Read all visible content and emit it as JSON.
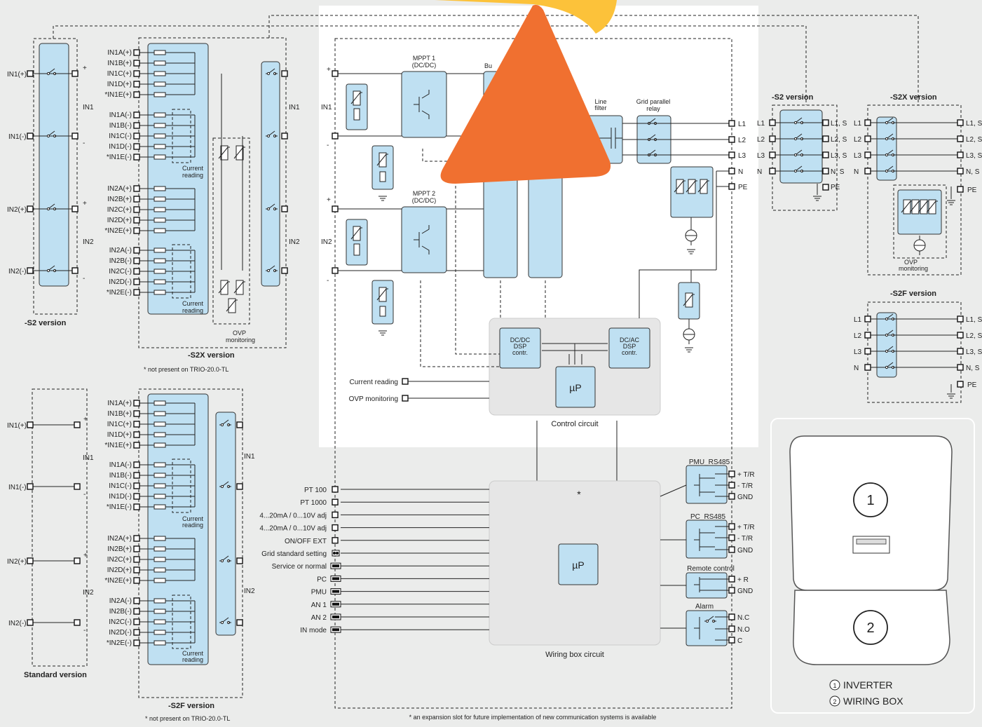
{
  "versions": {
    "s2_left": "-S2  version",
    "s2x_left": "-S2X version",
    "standard": "Standard version",
    "s2f_left": "-S2F version",
    "s2_right": "-S2 version",
    "s2x_right": "-S2X version",
    "s2f_right": "-S2F version"
  },
  "notes": {
    "not_present_1": "* not present on  TRIO-20.0-TL",
    "not_present_2": "* not present on  TRIO-20.0-TL",
    "expansion": "* an expansion slot for future implementation of new communication systems is available",
    "star": "*"
  },
  "input_groups": {
    "in1": "IN1",
    "in2": "IN2",
    "in1_pos": "IN1(+)",
    "in1_neg": "IN1(-)",
    "in2_pos": "IN2(+)",
    "in2_neg": "IN2(-)",
    "plus": "+",
    "minus": "-"
  },
  "string_inputs": {
    "in1_pos": [
      "IN1A(+)",
      "IN1B(+)",
      "IN1C(+)",
      "IN1D(+)",
      "*IN1E(+)"
    ],
    "in1_neg": [
      "IN1A(-)",
      "IN1B(-)",
      "IN1C(-)",
      "IN1D(-)",
      "*IN1E(-)"
    ],
    "in2_pos": [
      "IN2A(+)",
      "IN2B(+)",
      "IN2C(+)",
      "IN2D(+)",
      "*IN2E(+)"
    ],
    "in2_neg": [
      "IN2A(-)",
      "IN2B(-)",
      "IN2C(-)",
      "IN2D(-)",
      "*IN2E(-)"
    ]
  },
  "labels": {
    "current_reading_1": "Current",
    "current_reading_2": "reading",
    "ovp_1": "OVP",
    "ovp_2": "monitoring"
  },
  "inverter": {
    "mppt1_a": "MPPT 1",
    "mppt1_b": "(DC/DC)",
    "mppt2_a": "MPPT 2",
    "mppt2_b": "(DC/DC)",
    "bulk": "Bu",
    "line_filter_a": "Line",
    "line_filter_b": "filter",
    "grid_relay_a": "Grid parallel",
    "grid_relay_b": "relay",
    "outputs": [
      "L1",
      "L2",
      "L3",
      "N",
      "PE"
    ],
    "control_circuit": "Control circuit",
    "dcdc_a": "DC/DC",
    "dcdc_b": "DSP",
    "dcdc_c": "contr.",
    "dcac_a": "DC/AC",
    "dcac_b": "DSP",
    "dcac_c": "contr.",
    "micro": "µP",
    "current_reading": "Current reading",
    "ovp_monitoring": "OVP monitoring"
  },
  "wiring_box": {
    "title": "Wiring box circuit",
    "micro": "µP",
    "inputs": [
      "PT 100",
      "PT 1000",
      "4...20mA / 0...10V adj",
      "4...20mA / 0...10V adj",
      "ON/OFF EXT",
      "Grid standard setting",
      "Service or normal",
      "PC",
      "PMU",
      "AN 1",
      "AN 2",
      "IN mode"
    ],
    "pmu_title": "PMU_RS485",
    "pmu_terms": [
      "+ T/R",
      "- T/R",
      "GND"
    ],
    "pc_title": "PC_RS485",
    "pc_terms": [
      "+ T/R",
      "- T/R",
      "GND"
    ],
    "remote_title": "Remote control",
    "remote_terms": [
      "+ R",
      "GND"
    ],
    "alarm_title": "Alarm",
    "alarm_terms": [
      "N.C",
      "N.O",
      "C"
    ]
  },
  "right_blocks": {
    "in_labels": [
      "L1",
      "L2",
      "L3",
      "N"
    ],
    "out_labels": [
      "L1, S",
      "L2, S",
      "L3, S",
      "N, S"
    ],
    "pe": "PE"
  },
  "legend": {
    "num1": "1",
    "num2": "2",
    "inverter": "INVERTER",
    "wiring_box": "WIRING BOX"
  },
  "colors": {
    "component_fill": "#bfe0f2",
    "background": "#ebeceb",
    "logo_orange": "#f07030",
    "logo_yellow": "#fcc23a"
  }
}
